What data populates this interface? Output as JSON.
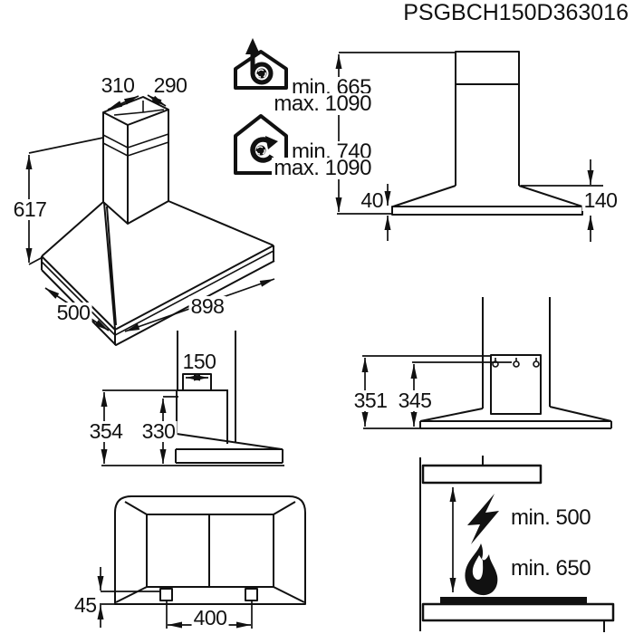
{
  "title": "PSGBCH150D363016",
  "perspective_view": {
    "chimney_width": "310",
    "chimney_depth": "290",
    "height": "617",
    "depth": "500",
    "width": "898"
  },
  "installation": {
    "extraction": {
      "min": "min. 665",
      "max": "max. 1090"
    },
    "recirculation": {
      "min": "min. 740",
      "max": "max. 1090"
    }
  },
  "front_view": {
    "base_height": "40",
    "canopy_height": "140"
  },
  "side_view": {
    "duct_width": "150",
    "height_total": "354",
    "height_body": "330"
  },
  "bracket_view": {
    "height_top": "351",
    "height_holes": "345"
  },
  "bottom_view": {
    "lamp_offset": "45",
    "fixing_spacing": "400"
  },
  "clearances": {
    "electric": "min. 500",
    "gas": "min. 650"
  },
  "icons": {
    "extraction": "house-exhaust-fan-icon",
    "recirculation": "house-recirculation-fan-icon",
    "electric": "lightning-bolt-icon",
    "gas": "flame-icon"
  }
}
